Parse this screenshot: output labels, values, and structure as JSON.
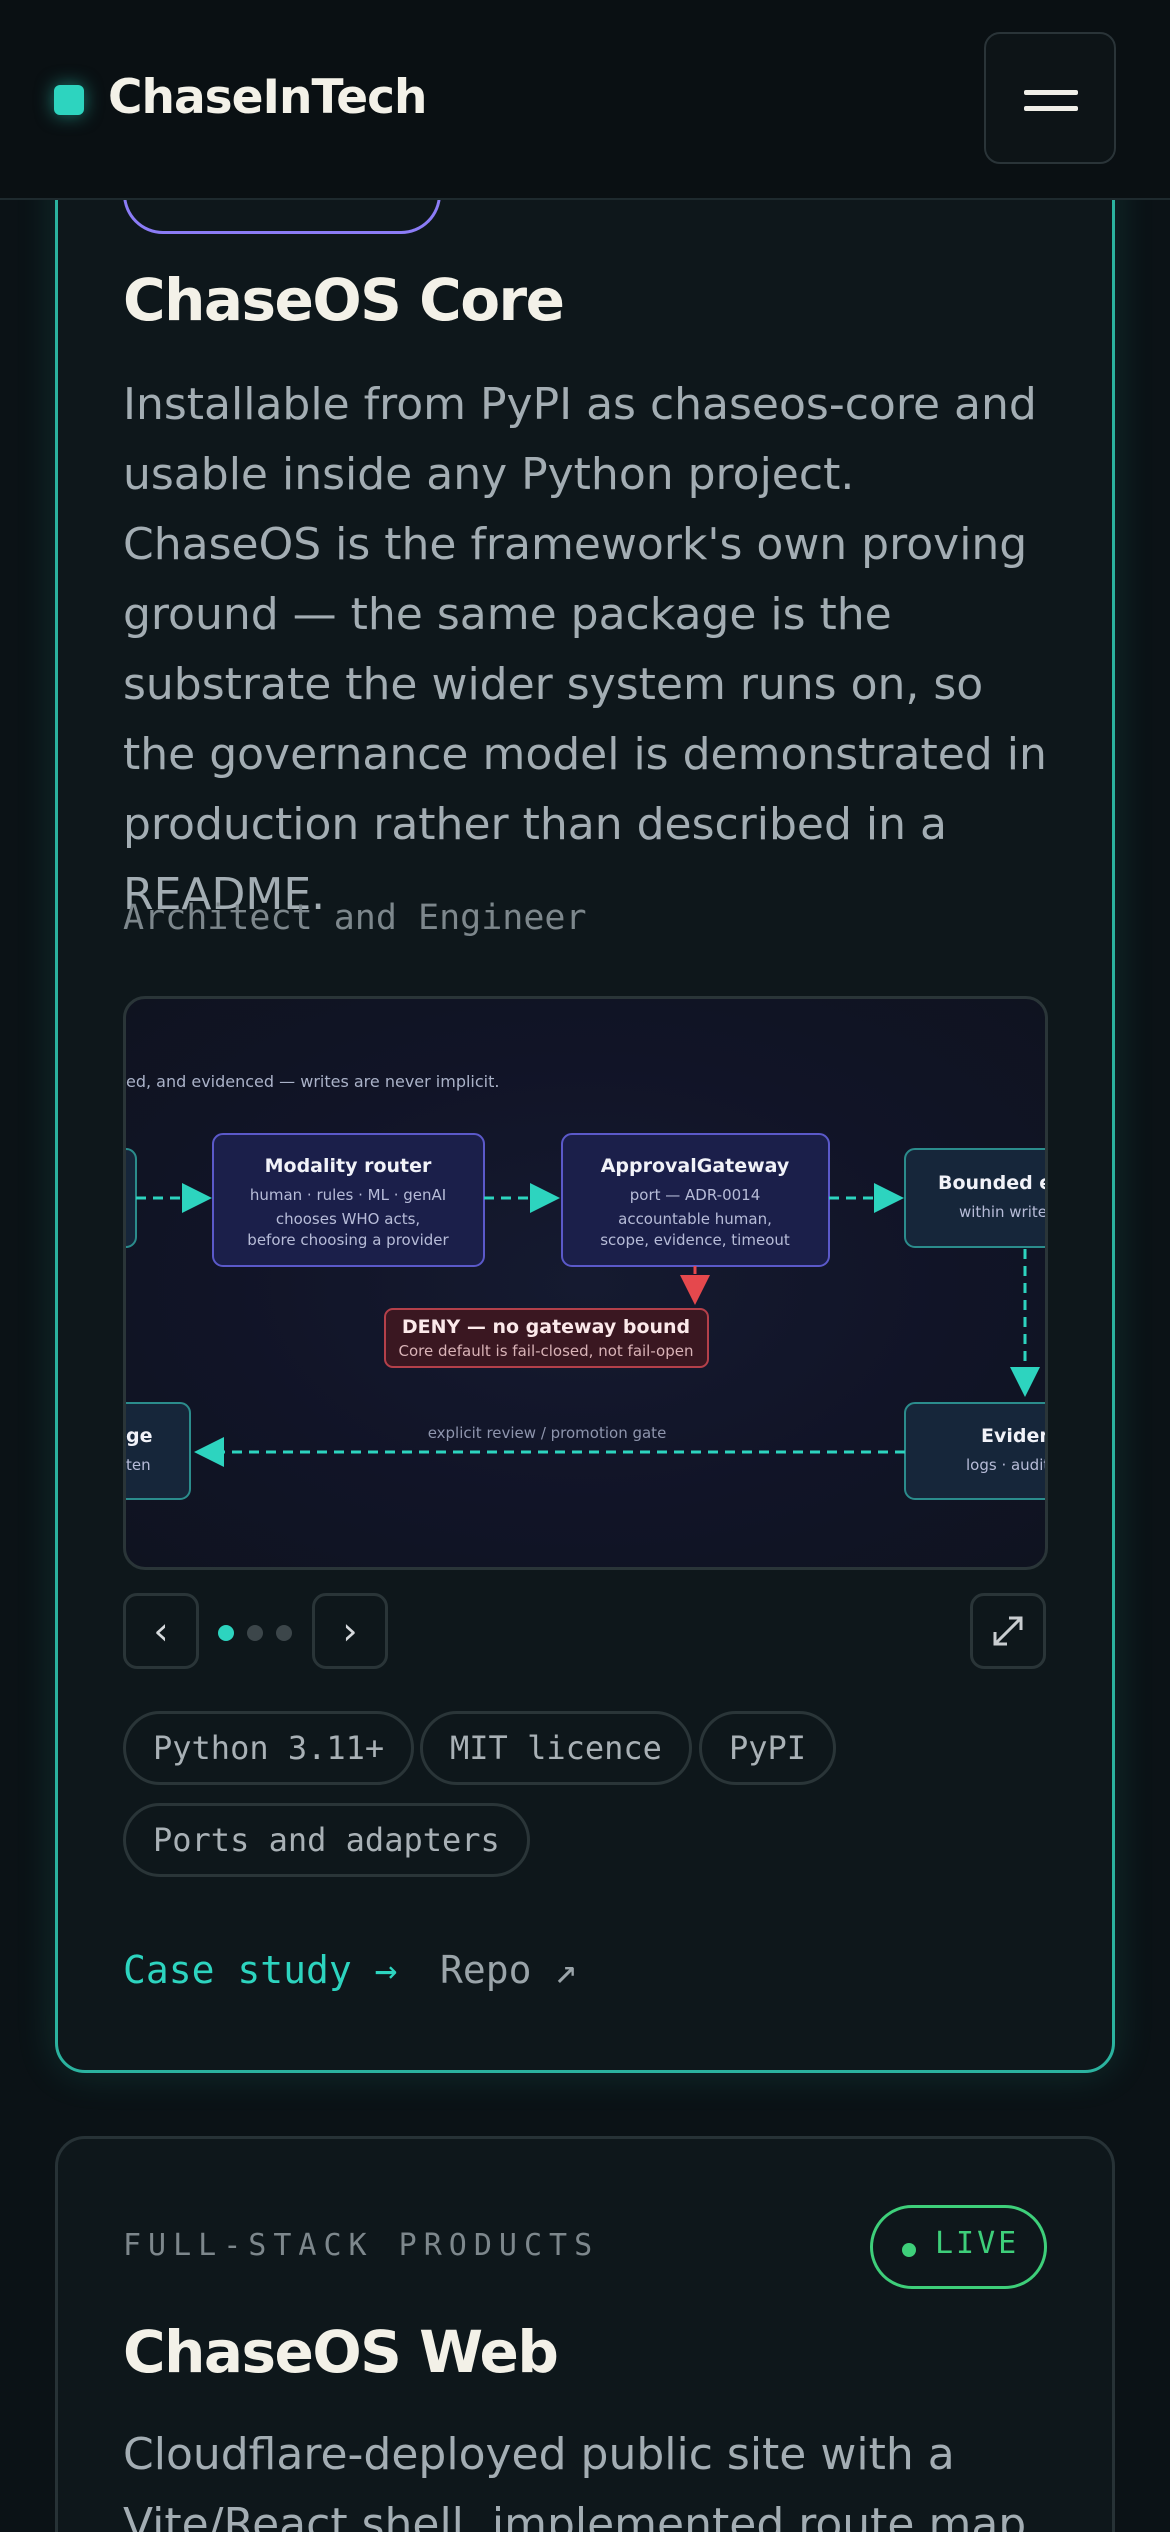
{
  "header": {
    "brand": "ChaseInTech",
    "menu_icon": "hamburger-menu-icon"
  },
  "project1": {
    "title": "ChaseOS Core",
    "description": "Installable from PyPI as chaseos-core and usable inside any Python project. ChaseOS is the framework's own proving ground — the same package is the substrate the wider system runs on, so the governance model is demonstrated in production rather than described in a README.",
    "role": "Architect and Engineer",
    "diagram": {
      "caption": "ed, and evidenced — writes are never implicit.",
      "nodes": {
        "modality": {
          "title": "Modality router",
          "line1": "human · rules · ML · genAI",
          "line2": "chooses WHO acts,",
          "line3": "before choosing a provider"
        },
        "gateway": {
          "title": "ApprovalGateway",
          "line1": "port — ADR-0014",
          "line2": "accountable human,",
          "line3": "scope, evidence, timeout"
        },
        "bounded": {
          "title": "Bounded ex",
          "line1": "within write"
        },
        "deny": {
          "title": "DENY — no gateway bound",
          "line1": "Core default is fail-closed, not fail-open"
        },
        "evidence": {
          "title": "Eviden",
          "line1": "logs · audits ·"
        },
        "stage": {
          "title": "ge",
          "line1": "ten"
        }
      },
      "review_label": "explicit review / promotion gate",
      "colors": {
        "accent": "#2dd4bf",
        "deny": "#e5484d"
      }
    },
    "carousel": {
      "prev": "‹",
      "next": "›",
      "expand_icon": "expand-icon",
      "active_index": 0,
      "count": 3
    },
    "tags": [
      "Python 3.11+",
      "MIT licence",
      "PyPI",
      "Ports and adapters"
    ],
    "links": {
      "case_study": "Case study →",
      "repo": "Repo ↗"
    }
  },
  "project2": {
    "category": "FULL-STACK PRODUCTS",
    "status": "LIVE",
    "title": "ChaseOS Web",
    "description": "Cloudflare-deployed public site with a Vite/React shell, implemented route map"
  }
}
